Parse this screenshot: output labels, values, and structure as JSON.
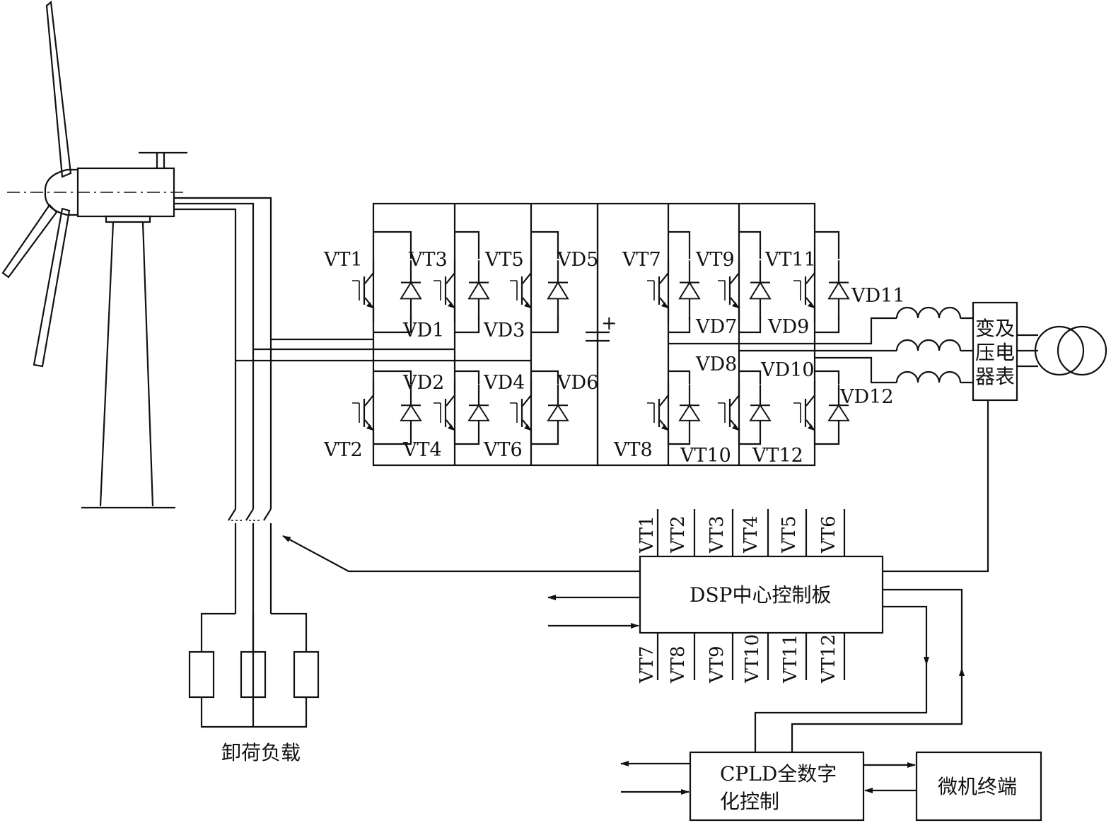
{
  "labels": {
    "upper_transistors": [
      "VT1",
      "VT3",
      "VT5",
      "VT7",
      "VT9",
      "VT11"
    ],
    "lower_transistors": [
      "VT2",
      "VT4",
      "VT6",
      "VT8",
      "VT10",
      "VT12"
    ],
    "upper_diodes": [
      "VD1",
      "VD3",
      "VD5",
      "VD7",
      "VD9",
      "VD11"
    ],
    "lower_diodes": [
      "VD2",
      "VD4",
      "VD6",
      "VD8",
      "VD10",
      "VD12"
    ],
    "capacitor_polarity": "+",
    "meter_box": [
      "变",
      "及",
      "压",
      "电",
      "器",
      "表"
    ],
    "dump_load": "卸荷负载",
    "dsp_board": "DSP中心控制板",
    "dsp_top_pins": [
      "VT1",
      "VT2",
      "VT3",
      "VT4",
      "VT5",
      "VT6"
    ],
    "dsp_bottom_pins": [
      "VT7",
      "VT8",
      "VT9",
      "VT10",
      "VT11",
      "VT12"
    ],
    "cpld_line1": "CPLD全数字",
    "cpld_line2": "化控制",
    "terminal": "微机终端"
  }
}
